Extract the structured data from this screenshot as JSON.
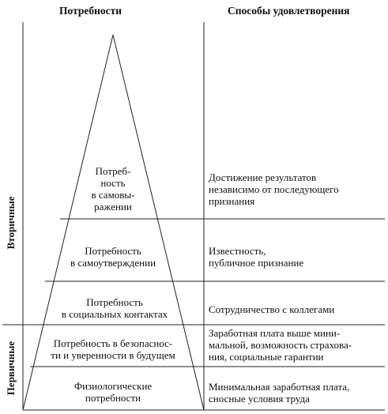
{
  "headers": {
    "needs": "Потребности",
    "methods": "Способы удовлетворения"
  },
  "groups": {
    "secondary": "Вторичные",
    "primary": "Первичные"
  },
  "levels": [
    {
      "need": [
        "Потреб-",
        "ность",
        "в самовы-",
        "ражении"
      ],
      "method": [
        "Достижение результатов",
        "независимо от последующего",
        "признания"
      ]
    },
    {
      "need": [
        "Потребность",
        "в самоутверждении"
      ],
      "method": [
        "Известность,",
        "публичное признание"
      ]
    },
    {
      "need": [
        "Потребность",
        "в социальных контактах"
      ],
      "method": [
        "Сотрудничество с коллегами"
      ]
    },
    {
      "need": [
        "Потребность в безопаснос-",
        "ти и уверенности в будущем"
      ],
      "method": [
        "Заработная плата выше мини-",
        "мальной, возможность страхова-",
        "ния, социальные гарантии"
      ]
    },
    {
      "need": [
        "Физиологические",
        "потребности"
      ],
      "method": [
        "Минимальная заработная плата,",
        "сносные условия труда"
      ]
    }
  ]
}
